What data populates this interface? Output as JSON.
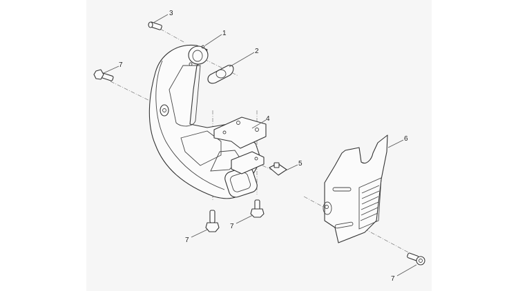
{
  "diagram": {
    "callouts": [
      {
        "id": "callout-1",
        "label": "1",
        "part": "exhaust-pipe-catalyst"
      },
      {
        "id": "callout-2",
        "label": "2",
        "part": "gasket"
      },
      {
        "id": "callout-3",
        "label": "3",
        "part": "stud-bolt"
      },
      {
        "id": "callout-4",
        "label": "4",
        "part": "mounting-bracket"
      },
      {
        "id": "callout-5",
        "label": "5",
        "part": "clip-nut"
      },
      {
        "id": "callout-6",
        "label": "6",
        "part": "heat-shield-cover"
      },
      {
        "id": "callout-7a",
        "label": "7",
        "part": "flange-bolt"
      },
      {
        "id": "callout-7b",
        "label": "7",
        "part": "flange-bolt"
      },
      {
        "id": "callout-7c",
        "label": "7",
        "part": "flange-bolt"
      },
      {
        "id": "callout-7d",
        "label": "7",
        "part": "flange-bolt"
      }
    ]
  }
}
